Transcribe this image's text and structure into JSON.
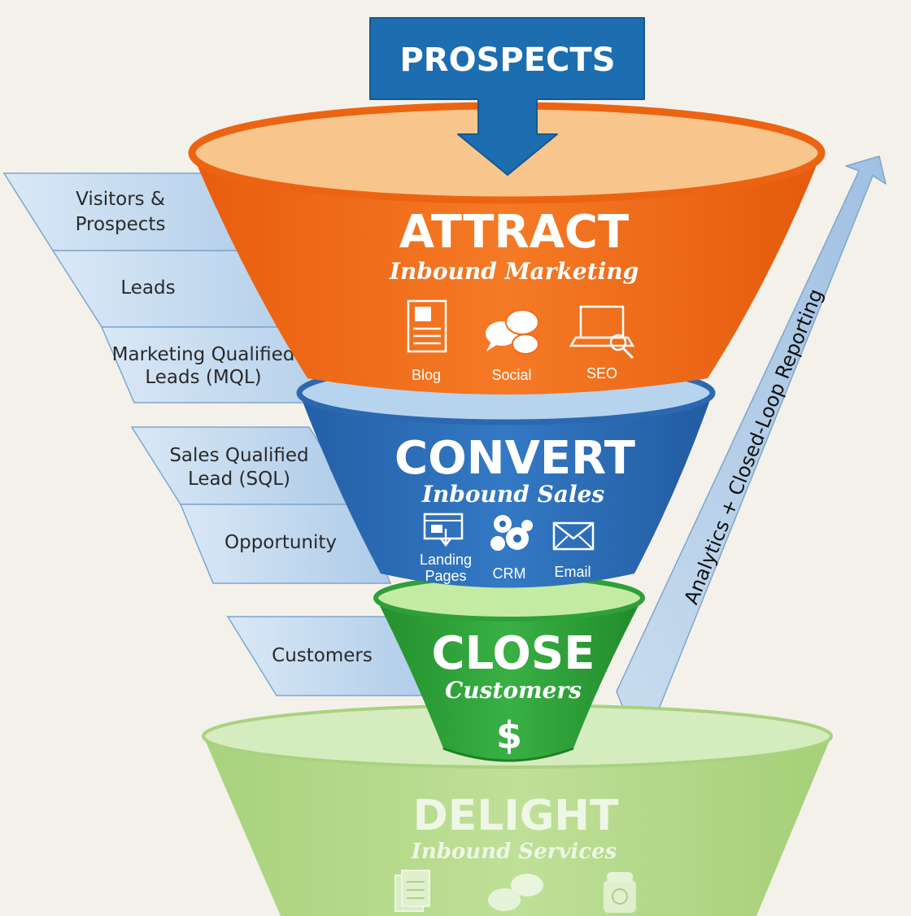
{
  "prospects": {
    "label": "PROSPECTS"
  },
  "stages": {
    "attract": {
      "title": "ATTRACT",
      "subtitle": "Inbound Marketing",
      "icons": [
        {
          "name": "blog-icon",
          "label": "Blog"
        },
        {
          "name": "social-icon",
          "label": "Social"
        },
        {
          "name": "seo-icon",
          "label": "SEO"
        }
      ]
    },
    "convert": {
      "title": "CONVERT",
      "subtitle": "Inbound Sales",
      "icons": [
        {
          "name": "landing-pages-icon",
          "label_line1": "Landing",
          "label_line2": "Pages"
        },
        {
          "name": "crm-icon",
          "label": "CRM"
        },
        {
          "name": "email-icon",
          "label": "Email"
        }
      ]
    },
    "close": {
      "title": "CLOSE",
      "subtitle": "Customers",
      "symbol": "$"
    },
    "delight": {
      "title": "DELIGHT",
      "subtitle": "Inbound Services",
      "icons": [
        {
          "name": "documents-icon"
        },
        {
          "name": "chat-icon"
        },
        {
          "name": "telephone-icon"
        }
      ]
    }
  },
  "bands": {
    "visitors": {
      "line1": "Visitors &",
      "line2": "Prospects"
    },
    "leads": {
      "line1": "Leads"
    },
    "mql": {
      "line1": "Marketing Qualified",
      "line2": "Leads (MQL)"
    },
    "sql": {
      "line1": "Sales Qualified",
      "line2": "Lead (SQL)"
    },
    "opportunity": {
      "line1": "Opportunity"
    },
    "customers": {
      "line1": "Customers"
    }
  },
  "feedback_arrow": {
    "label": "Analytics + Closed-Loop Reporting"
  },
  "colors": {
    "prospects": "#1d6db1",
    "attract": "#f26c1a",
    "attract_rim": "#f9c78f",
    "convert": "#2c6db8",
    "convert_rim": "#b6d3ef",
    "close": "#2fa33b",
    "close_rim": "#c7eda6",
    "delight": "#b2d98a",
    "delight_rim": "#d8eec2",
    "band": "#bcd6ee",
    "arrow": "#a9c8e6"
  }
}
